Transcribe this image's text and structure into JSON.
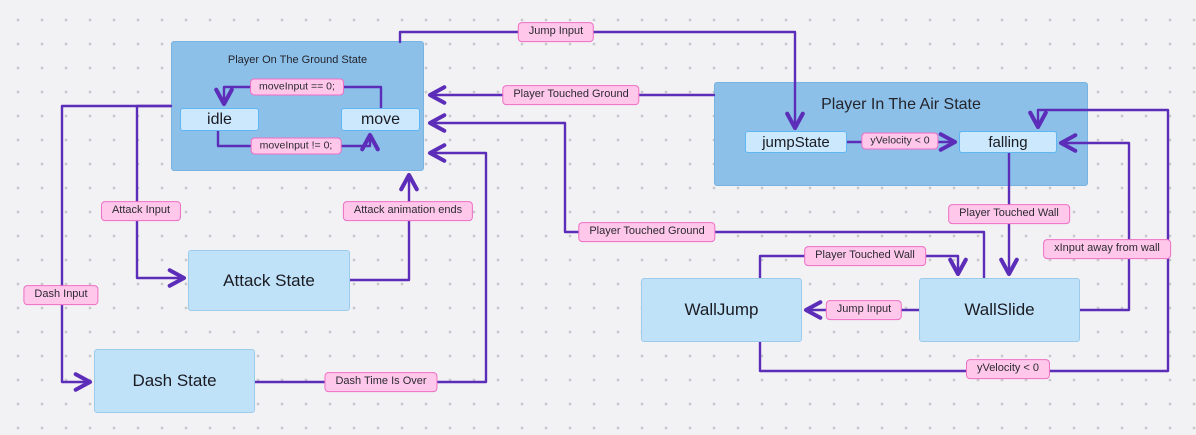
{
  "diagram": {
    "colors": {
      "canvas_bg": "#f2f2f4",
      "grid_dot": "#c7c7cd",
      "group_fill": "#8cc0e9",
      "inner_state_fill": "#cbe8fc",
      "inner_state_border": "#5fb6f2",
      "state_fill": "#bfe2f9",
      "label_fill": "#ffc7ea",
      "label_border": "#ef6ec4",
      "wire": "#5c2db8"
    },
    "groups": [
      {
        "id": "ground",
        "title": "Player On The Ground State"
      },
      {
        "id": "air",
        "title": "Player In The Air State"
      }
    ],
    "states": [
      {
        "id": "idle",
        "label": "idle"
      },
      {
        "id": "move",
        "label": "move"
      },
      {
        "id": "jumpState",
        "label": "jumpState"
      },
      {
        "id": "falling",
        "label": "falling"
      },
      {
        "id": "attack",
        "label": "Attack State"
      },
      {
        "id": "dash",
        "label": "Dash State"
      },
      {
        "id": "walljump",
        "label": "WallJump"
      },
      {
        "id": "wallslide",
        "label": "WallSlide"
      }
    ],
    "edges": [
      {
        "label": "Jump Input",
        "from": "ground",
        "to": "jumpState"
      },
      {
        "label": "Player Touched Ground",
        "from": "air",
        "to": "ground"
      },
      {
        "label": "moveInput == 0;",
        "from": "move",
        "to": "idle"
      },
      {
        "label": "moveInput != 0;",
        "from": "idle",
        "to": "move"
      },
      {
        "label": "yVelocity < 0",
        "from": "jumpState",
        "to": "falling"
      },
      {
        "label": "Attack Input",
        "from": "ground",
        "to": "attack"
      },
      {
        "label": "Attack animation ends",
        "from": "attack",
        "to": "ground"
      },
      {
        "label": "Dash Input",
        "from": "ground",
        "to": "dash"
      },
      {
        "label": "Dash Time Is Over",
        "from": "dash",
        "to": "ground"
      },
      {
        "label": "Player Touched Ground",
        "from": "wallslide",
        "to": "ground"
      },
      {
        "label": "Player Touched Wall",
        "from": "falling",
        "to": "wallslide"
      },
      {
        "label": "Player Touched Wall",
        "from": "walljump",
        "to": "wallslide"
      },
      {
        "label": "Jump Input",
        "from": "wallslide",
        "to": "walljump"
      },
      {
        "label": "yVelocity < 0",
        "from": "walljump",
        "to": "falling"
      },
      {
        "label": "xInput away from wall",
        "from": "wallslide",
        "to": "falling"
      }
    ]
  }
}
